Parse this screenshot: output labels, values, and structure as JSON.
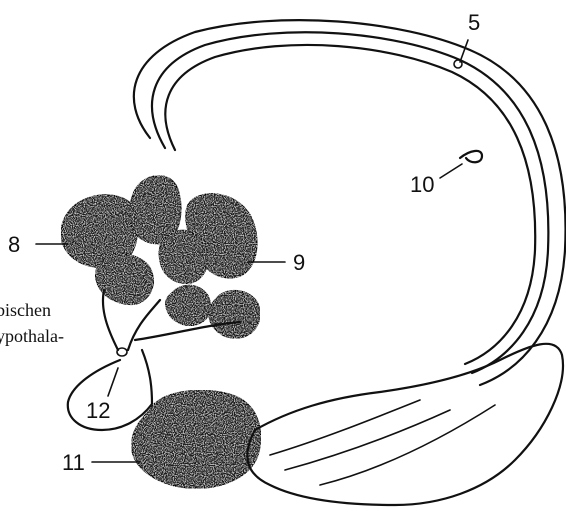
{
  "labels": {
    "l5": "5",
    "l8": "8",
    "l9": "9",
    "l10": "10",
    "l11": "11",
    "l12": "12"
  },
  "side_text": {
    "line1": "bischen",
    "line2": "ypothala-"
  },
  "colors": {
    "ink": "#111111",
    "background": "#ffffff"
  }
}
